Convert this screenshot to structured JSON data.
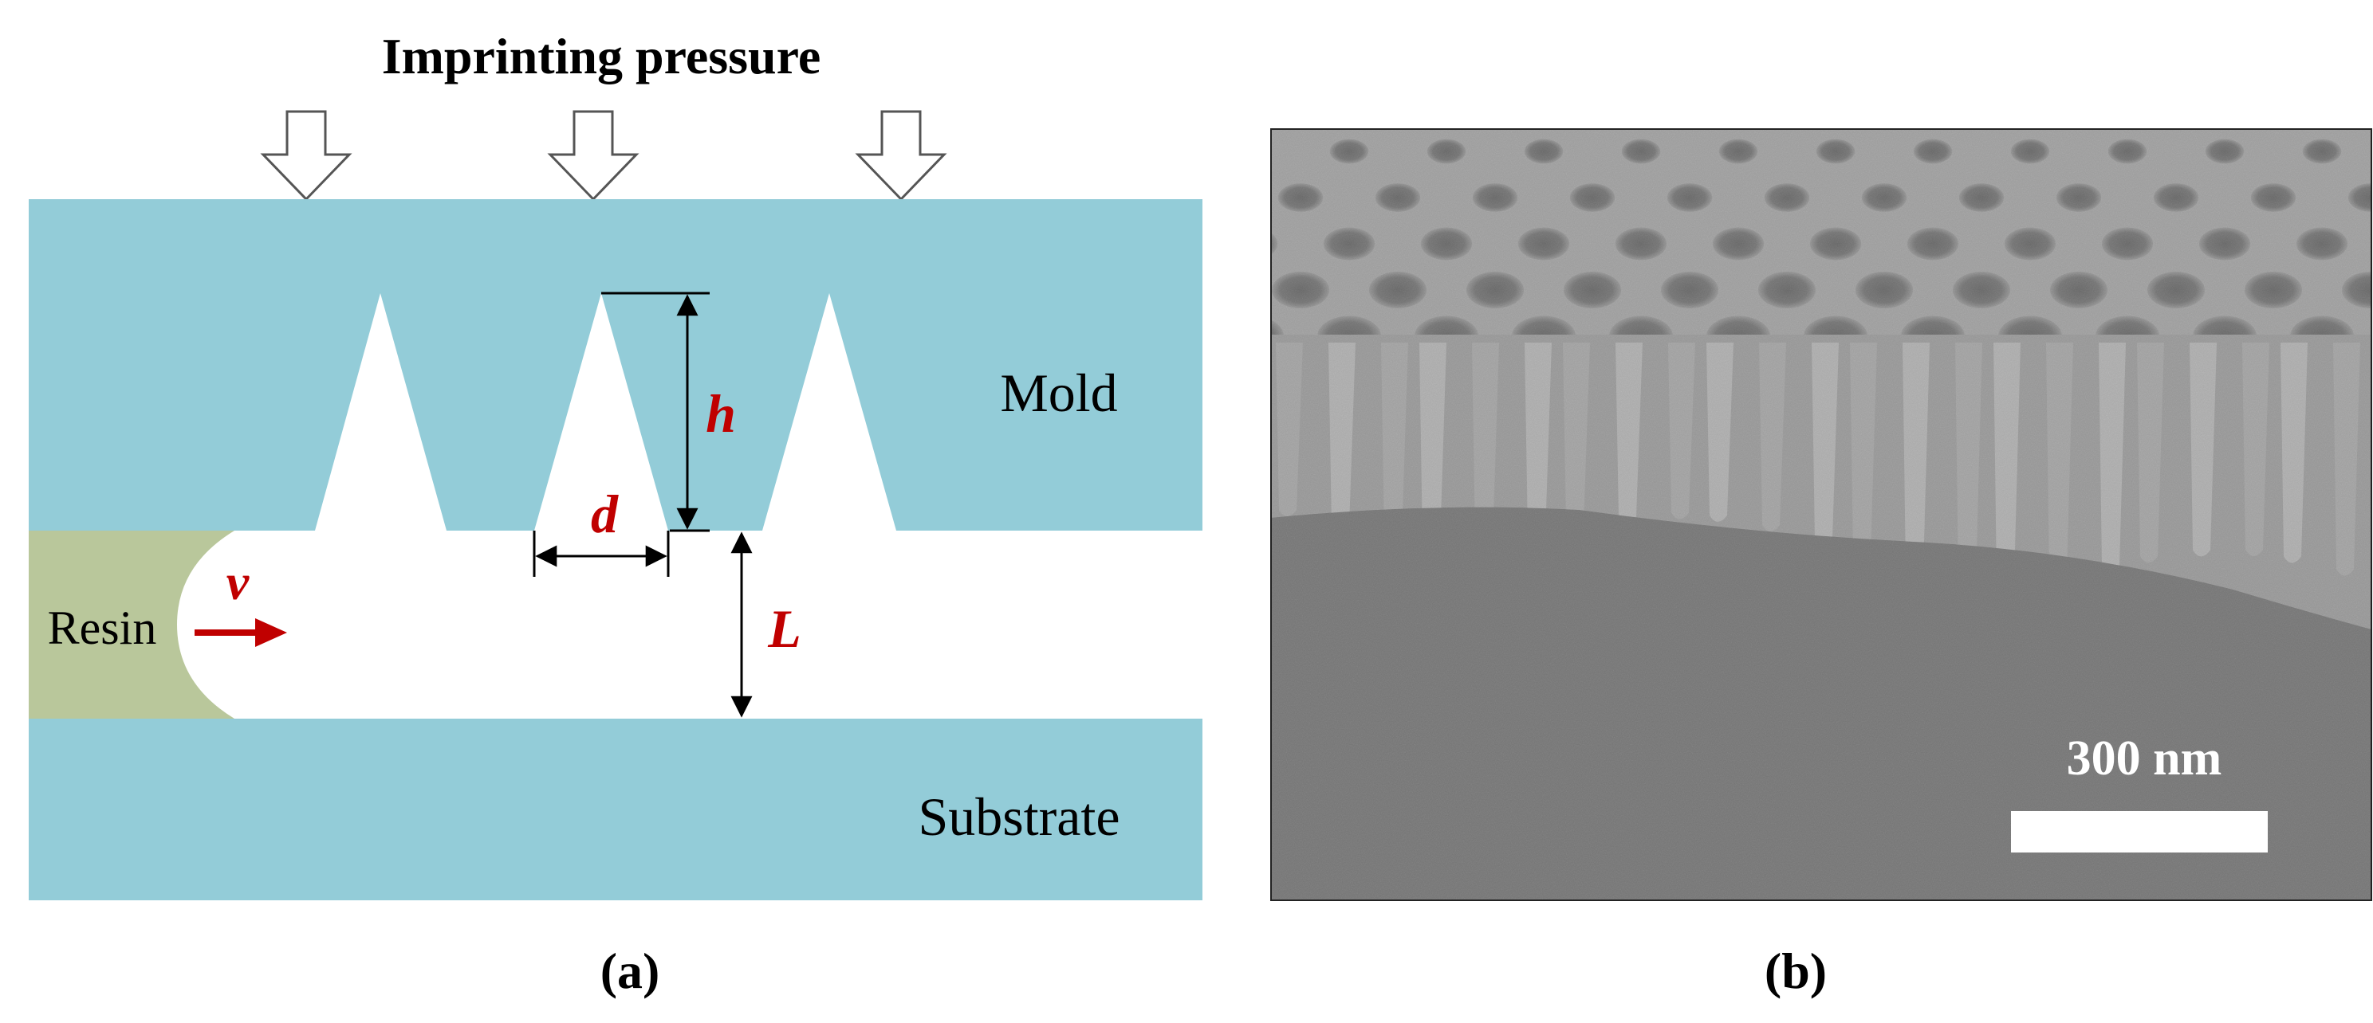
{
  "panel_a": {
    "title": "Imprinting pressure",
    "mold_label": "Mold",
    "substrate_label": "Substrate",
    "resin_label": "Resin",
    "velocity_symbol": "v",
    "height_symbol": "h",
    "diameter_symbol": "d",
    "gap_symbol": "L",
    "caption": "(a)",
    "colors": {
      "mold": "#93ccd8",
      "substrate": "#93ccd8",
      "resin": "#b9c79b",
      "annotation": "#c00000"
    }
  },
  "panel_b": {
    "scale_bar_label": "300 nm",
    "caption": "(b)"
  }
}
